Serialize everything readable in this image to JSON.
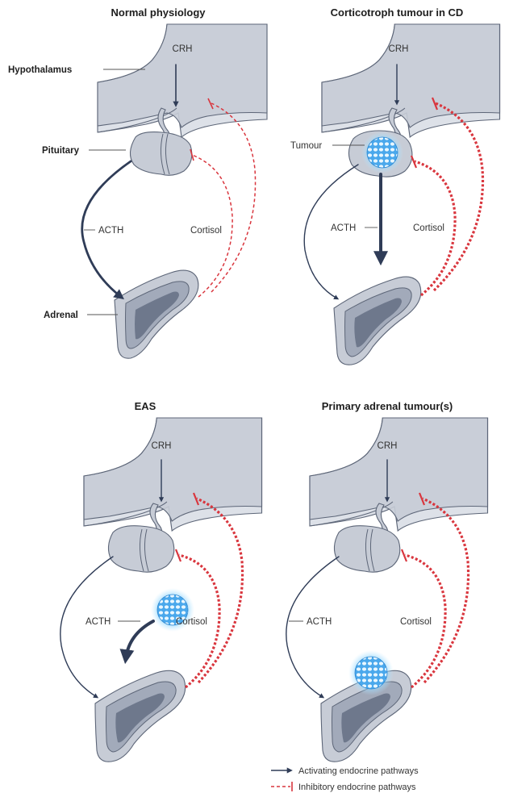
{
  "panels": [
    {
      "title": "Normal physiology",
      "crh": "CRH",
      "acth": "ACTH",
      "cortisol": "Cortisol"
    },
    {
      "title": "Corticotroph tumour in CD",
      "crh": "CRH",
      "acth": "ACTH",
      "cortisol": "Cortisol",
      "tumour_label": "Tumour"
    },
    {
      "title": "EAS",
      "crh": "CRH",
      "acth": "ACTH",
      "cortisol": "Cortisol"
    },
    {
      "title": "Primary adrenal tumour(s)",
      "crh": "CRH",
      "acth": "ACTH",
      "cortisol": "Cortisol"
    }
  ],
  "anatomy_labels": {
    "hypothalamus": "Hypothalamus",
    "pituitary": "Pituitary",
    "adrenal": "Adrenal"
  },
  "legend": {
    "activating": "Activating endocrine pathways",
    "inhibitory": "Inhibitory endocrine pathways"
  },
  "colors": {
    "activating": "#2f3c57",
    "inhibitory": "#d9363e",
    "tumour": "#5bb4ee",
    "organ": "#c7ccd6"
  }
}
